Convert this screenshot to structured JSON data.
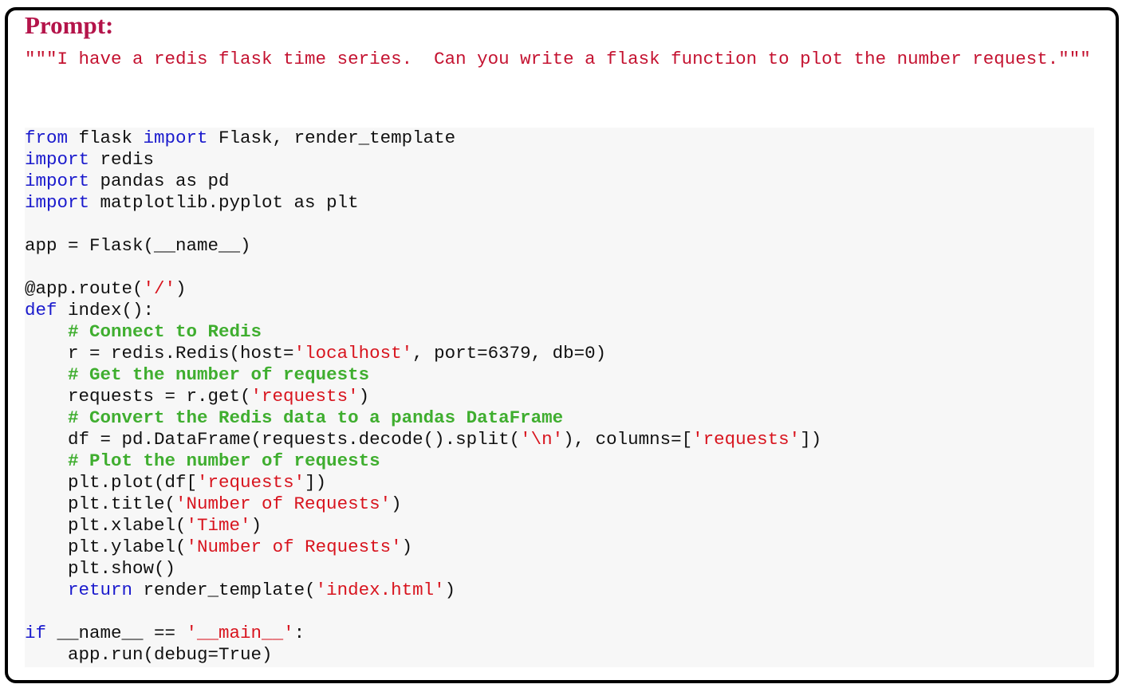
{
  "prompt": {
    "label": "Prompt:",
    "text": "\"\"\"I have a redis flask time series.  Can you write a flask function to plot the number request.\"\"\""
  },
  "colors": {
    "label": "#b4144a",
    "prompt_text": "#c41230",
    "keyword": "#1a1acd",
    "string": "#d8141e",
    "comment": "#3fae2f",
    "text": "#111111",
    "code_background": "#f7f7f7",
    "border": "#000000"
  },
  "code": {
    "language": "python",
    "lines": [
      [
        {
          "t": "kw",
          "v": "from"
        },
        {
          "t": "tx",
          "v": " flask "
        },
        {
          "t": "kw",
          "v": "import"
        },
        {
          "t": "tx",
          "v": " Flask, render_template"
        }
      ],
      [
        {
          "t": "kw",
          "v": "import"
        },
        {
          "t": "tx",
          "v": " redis"
        }
      ],
      [
        {
          "t": "kw",
          "v": "import"
        },
        {
          "t": "tx",
          "v": " pandas as pd"
        }
      ],
      [
        {
          "t": "kw",
          "v": "import"
        },
        {
          "t": "tx",
          "v": " matplotlib.pyplot as plt"
        }
      ],
      [],
      [
        {
          "t": "tx",
          "v": "app = Flask(__name__)"
        }
      ],
      [],
      [
        {
          "t": "tx",
          "v": "@app.route("
        },
        {
          "t": "str",
          "v": "'/'"
        },
        {
          "t": "tx",
          "v": ")"
        }
      ],
      [
        {
          "t": "kw",
          "v": "def"
        },
        {
          "t": "tx",
          "v": " index():"
        }
      ],
      [
        {
          "t": "tx",
          "v": "    "
        },
        {
          "t": "cm",
          "v": "# Connect to Redis"
        }
      ],
      [
        {
          "t": "tx",
          "v": "    r = redis.Redis(host="
        },
        {
          "t": "str",
          "v": "'localhost'"
        },
        {
          "t": "tx",
          "v": ", port=6379, db=0)"
        }
      ],
      [
        {
          "t": "tx",
          "v": "    "
        },
        {
          "t": "cm",
          "v": "# Get the number of requests"
        }
      ],
      [
        {
          "t": "tx",
          "v": "    requests = r.get("
        },
        {
          "t": "str",
          "v": "'requests'"
        },
        {
          "t": "tx",
          "v": ")"
        }
      ],
      [
        {
          "t": "tx",
          "v": "    "
        },
        {
          "t": "cm",
          "v": "# Convert the Redis data to a pandas DataFrame"
        }
      ],
      [
        {
          "t": "tx",
          "v": "    df = pd.DataFrame(requests.decode().split("
        },
        {
          "t": "str",
          "v": "'\\n'"
        },
        {
          "t": "tx",
          "v": "), columns=["
        },
        {
          "t": "str",
          "v": "'requests'"
        },
        {
          "t": "tx",
          "v": "])"
        }
      ],
      [
        {
          "t": "tx",
          "v": "    "
        },
        {
          "t": "cm",
          "v": "# Plot the number of requests"
        }
      ],
      [
        {
          "t": "tx",
          "v": "    plt.plot(df["
        },
        {
          "t": "str",
          "v": "'requests'"
        },
        {
          "t": "tx",
          "v": "])"
        }
      ],
      [
        {
          "t": "tx",
          "v": "    plt.title("
        },
        {
          "t": "str",
          "v": "'Number of Requests'"
        },
        {
          "t": "tx",
          "v": ")"
        }
      ],
      [
        {
          "t": "tx",
          "v": "    plt.xlabel("
        },
        {
          "t": "str",
          "v": "'Time'"
        },
        {
          "t": "tx",
          "v": ")"
        }
      ],
      [
        {
          "t": "tx",
          "v": "    plt.ylabel("
        },
        {
          "t": "str",
          "v": "'Number of Requests'"
        },
        {
          "t": "tx",
          "v": ")"
        }
      ],
      [
        {
          "t": "tx",
          "v": "    plt.show()"
        }
      ],
      [
        {
          "t": "tx",
          "v": "    "
        },
        {
          "t": "kw",
          "v": "return"
        },
        {
          "t": "tx",
          "v": " render_template("
        },
        {
          "t": "str",
          "v": "'index.html'"
        },
        {
          "t": "tx",
          "v": ")"
        }
      ],
      [],
      [
        {
          "t": "kw",
          "v": "if"
        },
        {
          "t": "tx",
          "v": " __name__ == "
        },
        {
          "t": "str",
          "v": "'__main__'"
        },
        {
          "t": "tx",
          "v": ":"
        }
      ],
      [
        {
          "t": "tx",
          "v": "    app.run(debug=True)"
        }
      ]
    ]
  }
}
